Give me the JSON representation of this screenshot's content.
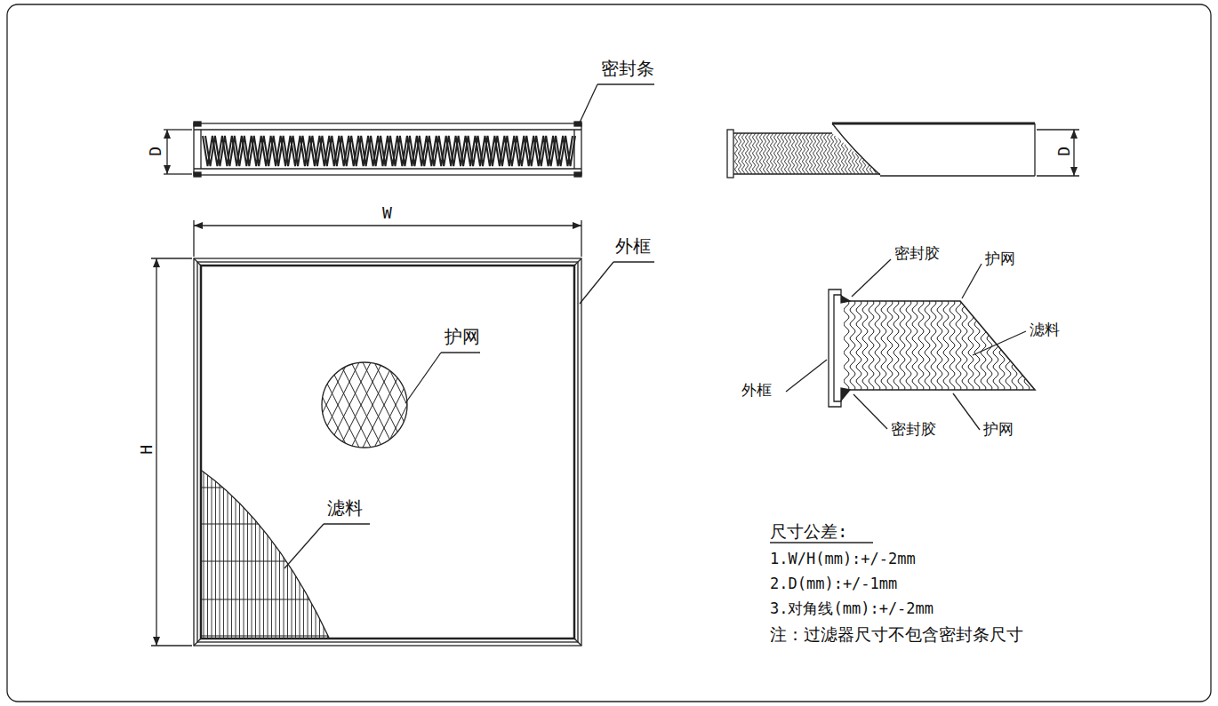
{
  "diagram": {
    "labels": [
      "密封条",
      "D",
      "D",
      "W",
      "H",
      "外框",
      "护网",
      "滤料",
      "密封胶",
      "护网",
      "滤料",
      "外框",
      "密封胶",
      "护网",
      "尺寸公差:",
      "1.W/H(mm):+/-2mm",
      "2.D(mm):+/-1mm",
      "3.对角线(mm):+/-2mm",
      "注：过滤器尺寸不包含密封条尺寸"
    ]
  }
}
